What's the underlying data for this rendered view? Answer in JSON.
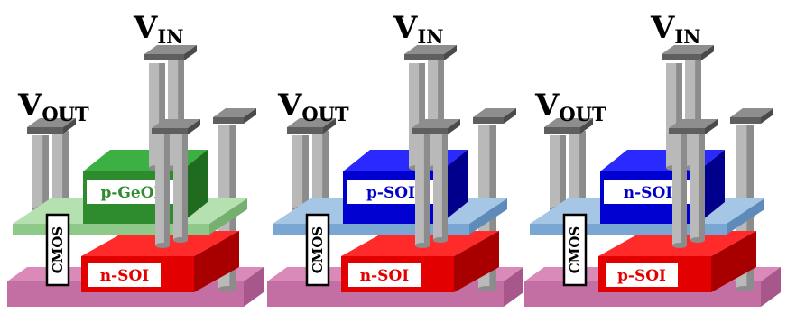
{
  "colors": {
    "substrate_top": "#d98ab8",
    "substrate_front": "#c46fa3",
    "substrate_side": "#a8578a",
    "pillar": "#b9b9b9",
    "pillar_dark": "#8c8c8c",
    "cap_top": "#8e8e8e",
    "cap_side": "#5f5f5f",
    "red_front": "#e30000",
    "red_top": "#ff2a2a",
    "red_side": "#a80000"
  },
  "panels": [
    {
      "vin": {
        "main": "V",
        "sub": "IN"
      },
      "vout": {
        "main": "V",
        "sub": "OUT"
      },
      "cmos": "CMOS",
      "top_device": "p-GeOI",
      "bottom_device": "n-SOI",
      "top_colors": {
        "front": "#2e8b2e",
        "top": "#3cb043",
        "side": "#1f6b1f",
        "text": "#2e8b2e"
      },
      "layer_colors": {
        "top": "#b5e0b0",
        "front": "#8fc98a",
        "side": "#75b070"
      }
    },
    {
      "vin": {
        "main": "V",
        "sub": "IN"
      },
      "vout": {
        "main": "V",
        "sub": "OUT"
      },
      "cmos": "CMOS",
      "top_device": "p-SOI",
      "bottom_device": "n-SOI",
      "top_colors": {
        "front": "#0000d0",
        "top": "#2a2aff",
        "side": "#00008c",
        "text": "#0000c8"
      },
      "layer_colors": {
        "top": "#a6c6e6",
        "front": "#7aa6d3",
        "side": "#5f8bba"
      }
    },
    {
      "vin": {
        "main": "V",
        "sub": "IN"
      },
      "vout": {
        "main": "V",
        "sub": "OUT"
      },
      "cmos": "CMOS",
      "top_device": "n-SOI",
      "bottom_device": "p-SOI",
      "top_colors": {
        "front": "#0000d0",
        "top": "#2a2aff",
        "side": "#00008c",
        "text": "#0000c8"
      },
      "layer_colors": {
        "top": "#a6c6e6",
        "front": "#7aa6d3",
        "side": "#5f8bba"
      }
    }
  ]
}
